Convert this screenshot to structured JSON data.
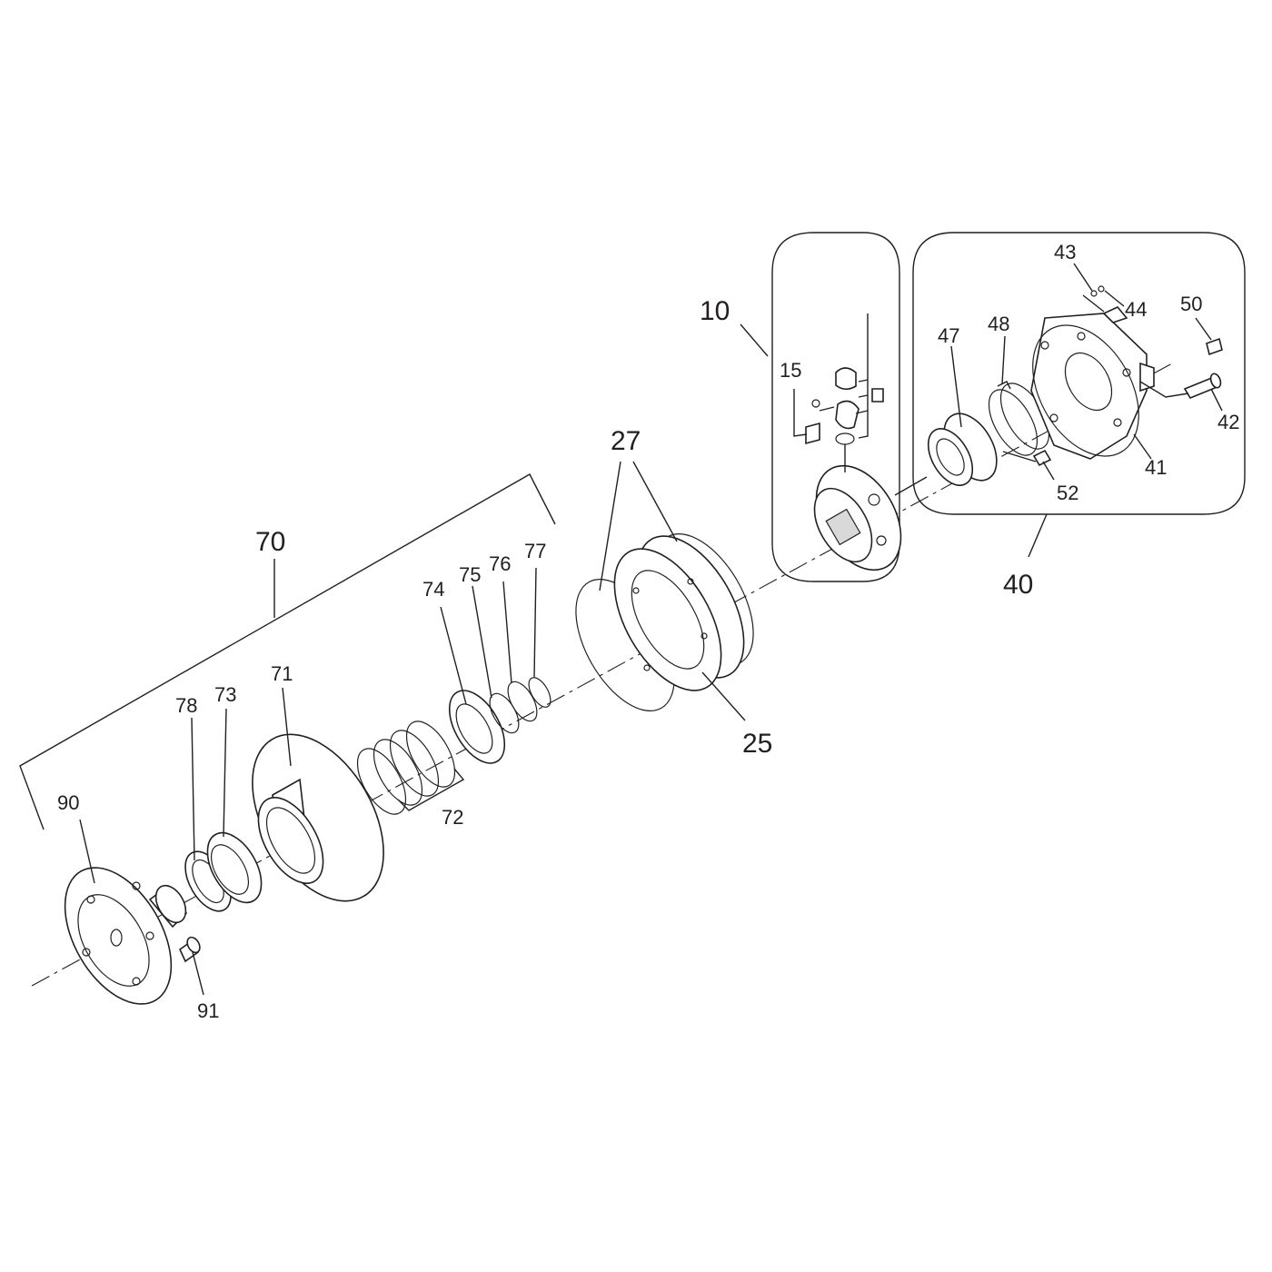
{
  "diagram": {
    "callouts": {
      "c10": "10",
      "c15": "15",
      "c25": "25",
      "c27": "27",
      "c40": "40",
      "c41": "41",
      "c42": "42",
      "c43": "43",
      "c44": "44",
      "c47": "47",
      "c48": "48",
      "c50": "50",
      "c52": "52",
      "c70": "70",
      "c71": "71",
      "c72": "72",
      "c73": "73",
      "c74": "74",
      "c75": "75",
      "c76": "76",
      "c77": "77",
      "c78": "78",
      "c90": "90",
      "c91": "91"
    },
    "colors": {
      "line": "#231f20",
      "background": "#ffffff",
      "shade": "#d9d9d9"
    }
  }
}
